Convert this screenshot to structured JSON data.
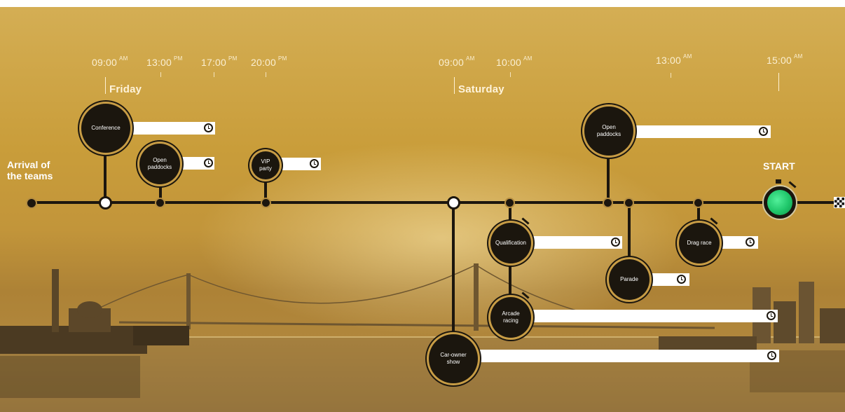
{
  "times": [
    {
      "time": "09:00",
      "suffix": "AM"
    },
    {
      "time": "13:00",
      "suffix": "PM"
    },
    {
      "time": "17:00",
      "suffix": "PM"
    },
    {
      "time": "20:00",
      "suffix": "PM"
    },
    {
      "time": "09:00",
      "suffix": "AM"
    },
    {
      "time": "10:00",
      "suffix": "AM"
    },
    {
      "time": "13:00",
      "suffix": "AM"
    },
    {
      "time": "15:00",
      "suffix": "AM"
    }
  ],
  "days": [
    "Friday",
    "Saturday"
  ],
  "arrival_label_line1": "Arrival of",
  "arrival_label_line2": "the teams",
  "start_label": "START",
  "events": {
    "conference": "Conference",
    "open_paddocks_1_a": "Open",
    "open_paddocks_1_b": "paddocks",
    "vip_a": "VIP",
    "vip_b": "party",
    "open_paddocks_2_a": "Open",
    "open_paddocks_2_b": "paddocks",
    "qualification": "Qualification",
    "arcade_a": "Arcade",
    "arcade_b": "racing",
    "car_owner_a": "Car-owner",
    "car_owner_b": "show",
    "parade": "Parade",
    "drag_race": "Drag race"
  },
  "icons": [
    "clock-icon",
    "stopwatch-icon",
    "checkered-flag-icon"
  ],
  "colors": {
    "timeline": "#1c160e",
    "accent_ring": "#c79c45",
    "start_green": "#1fc66a",
    "bar": "#ffffff"
  }
}
